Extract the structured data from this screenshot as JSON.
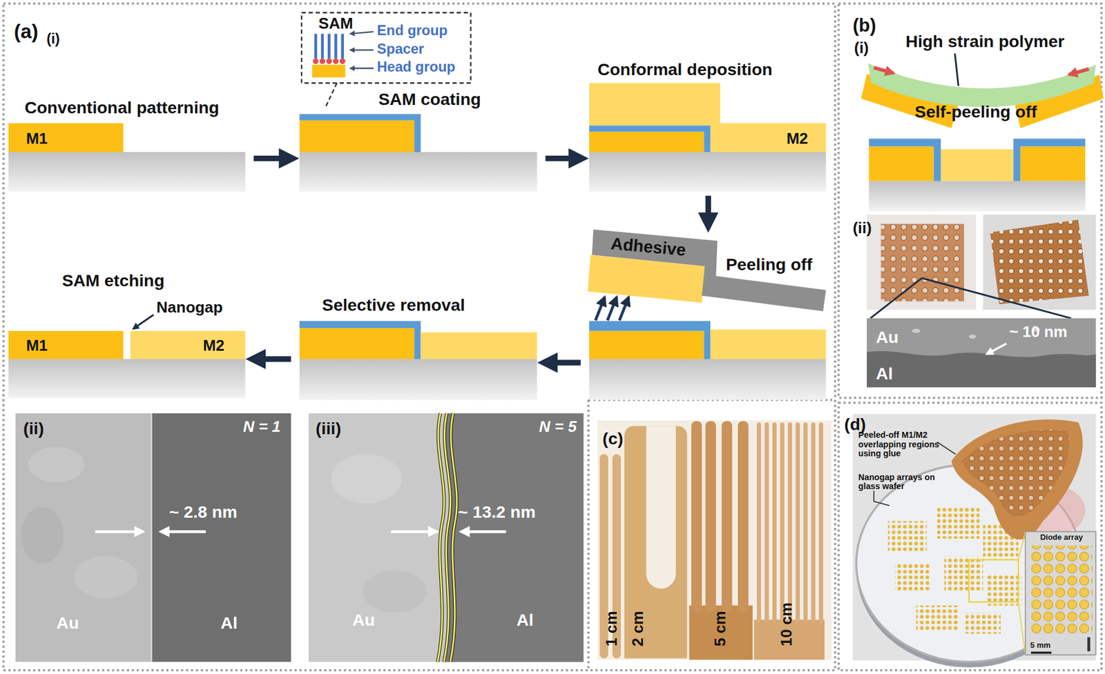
{
  "diagram": {
    "nodes": [
      {
        "text": [
          "Conventional patterning",
          "M1"
        ]
      },
      {
        "text": [
          "SAM coating"
        ]
      },
      {
        "text": [
          "SAM",
          "End group",
          "Spacer",
          "Head group"
        ],
        "in": 1
      },
      {
        "text": [
          "Conformal deposition",
          "M2"
        ]
      },
      {
        "text": [
          "Adhesive",
          "Peeling off"
        ]
      },
      {
        "text": [
          "Selective removal"
        ]
      },
      {
        "text": [
          "SAM etching",
          "Nanogap",
          "M1",
          "M2"
        ]
      },
      {
        "text": [
          "(ii)",
          "N = 1",
          "~ 2.8 nm",
          "Au",
          "Al"
        ]
      },
      {
        "text": [
          "(iii)",
          "N = 5",
          "~ 13.2 nm",
          "Au",
          "Al"
        ]
      },
      {
        "text": [
          "High strain polymer",
          "Self-peeling off"
        ]
      },
      {
        "text": [
          "Au",
          "Al",
          "~ 10 nm"
        ]
      },
      {
        "text": [
          "(c)",
          "1 cm",
          "2 cm",
          "5 cm",
          "10 cm"
        ]
      },
      {
        "text": [
          "(d)",
          "Peeled-off M1/M2 overlapping regions using glue",
          "Nanogap arrays on glass wafer"
        ]
      },
      {
        "text": [
          "Diode array",
          "5 mm"
        ],
        "in": 12
      }
    ],
    "edges": [
      {
        "from": 0,
        "to": 1,
        "arrow": "to"
      },
      {
        "from": 1,
        "to": 3,
        "arrow": "to"
      },
      {
        "from": 3,
        "to": 4,
        "arrow": "to"
      },
      {
        "from": 4,
        "to": 5,
        "arrow": "to"
      },
      {
        "from": 5,
        "to": 6,
        "arrow": "to"
      }
    ],
    "labels": [
      "(a)",
      "(i)",
      "(b)",
      "(i)",
      "(ii)"
    ]
  }
}
